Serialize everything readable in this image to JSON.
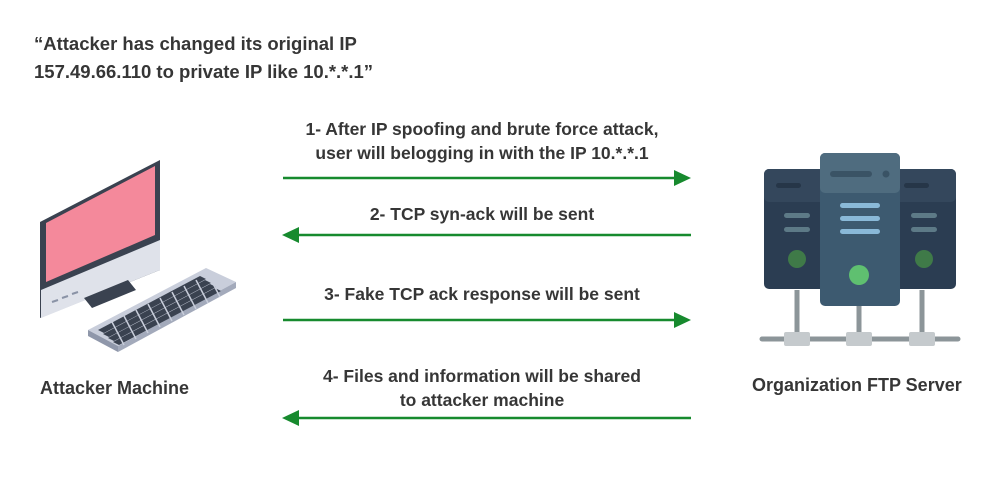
{
  "header": {
    "quote_line1": "“Attacker has changed its original IP",
    "quote_line2": "157.49.66.110 to private IP like 10.*.*.1”"
  },
  "nodes": {
    "attacker": {
      "label": "Attacker Machine",
      "icon": "computer-icon"
    },
    "server": {
      "label": "Organization FTP Server",
      "icon": "server-rack-icon"
    }
  },
  "steps": [
    {
      "line1": "1- After IP spoofing and brute force attack,",
      "line2": "user will belogging in with the IP 10.*.*.1",
      "direction": "to-server"
    },
    {
      "line1": "2- TCP syn-ack will be sent",
      "direction": "to-attacker"
    },
    {
      "line1": "3- Fake TCP ack response will be sent",
      "direction": "to-server"
    },
    {
      "line1": "4- Files and information will be shared",
      "line2": "to attacker machine",
      "direction": "to-attacker"
    }
  ],
  "colors": {
    "arrow": "#178a2e",
    "screen": "#f4899b",
    "text": "#363636"
  }
}
